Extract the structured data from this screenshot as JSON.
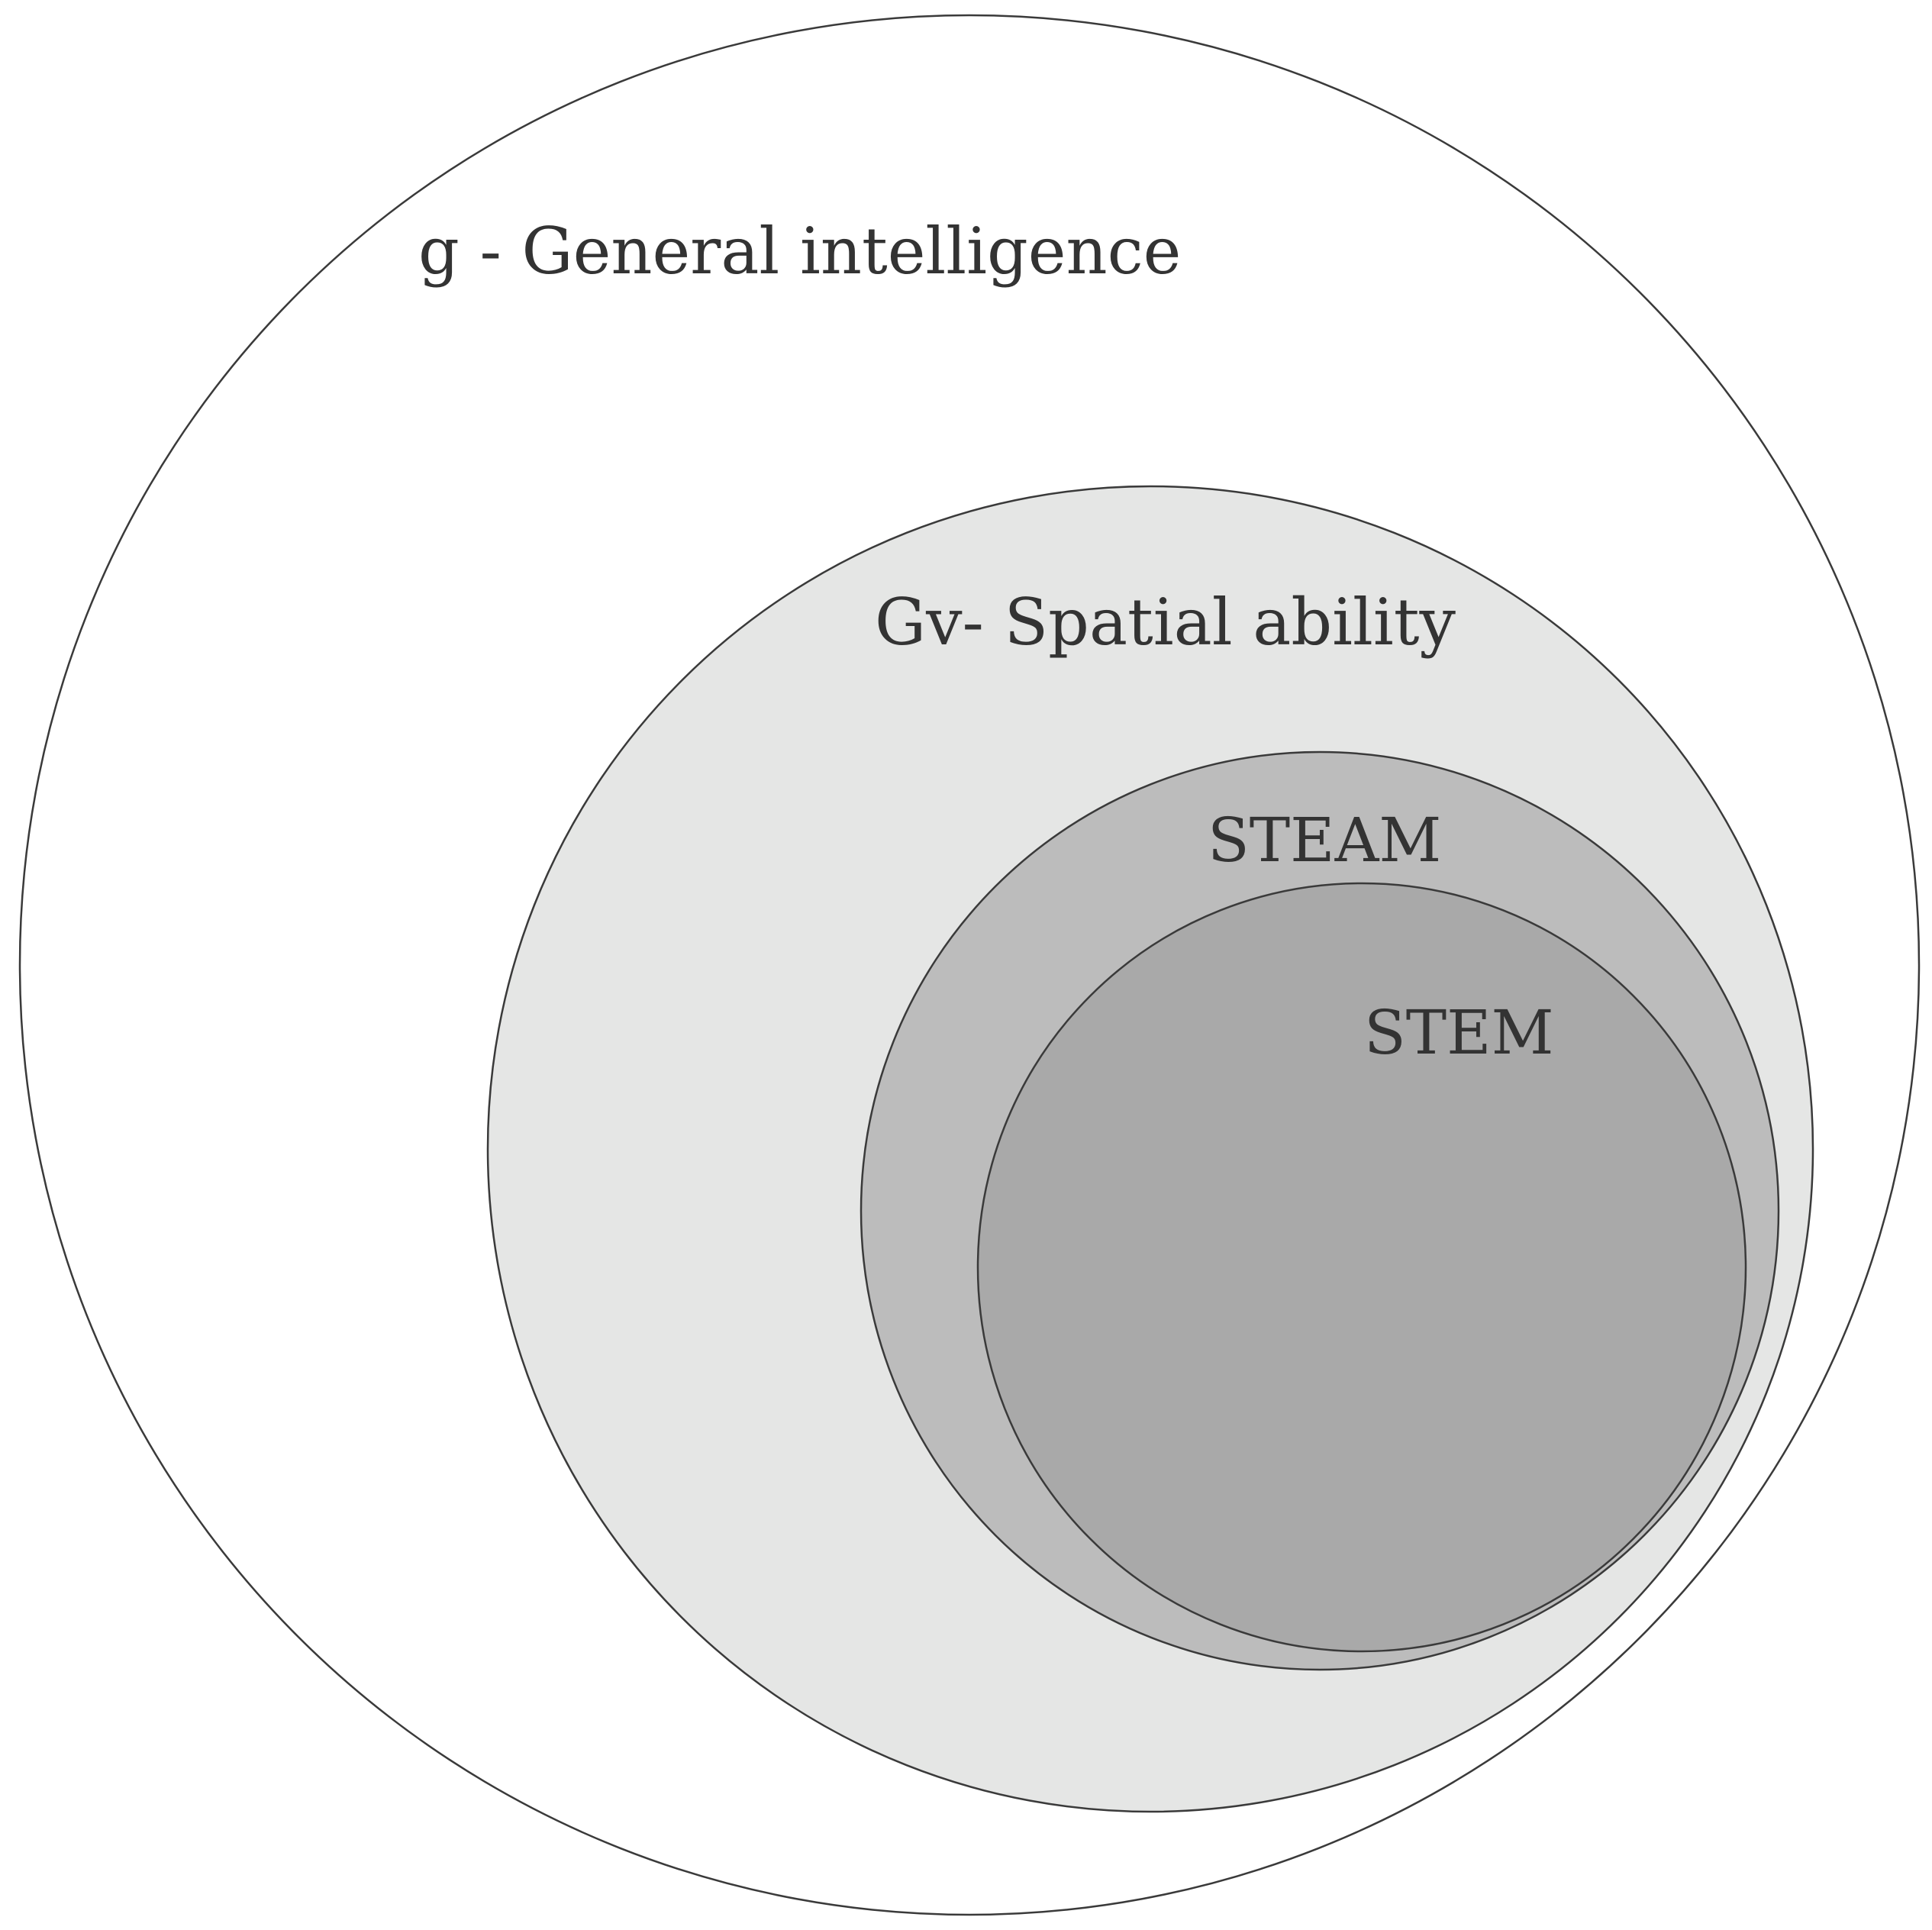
{
  "diagram": {
    "sets": [
      {
        "id": "g",
        "label": "g - General intelligence",
        "fill": "#ffffff"
      },
      {
        "id": "gv",
        "label": "Gv- Spatial ability",
        "fill": "#e5e6e5"
      },
      {
        "id": "steam",
        "label": "STEAM",
        "fill": "#bcbcbc"
      },
      {
        "id": "stem",
        "label": "STEM",
        "fill": "#a9a9a9"
      }
    ],
    "nesting": "STEM ⊂ STEAM ⊂ Gv- Spatial ability ⊂ g - General intelligence",
    "outline_color": "#3a3a3a",
    "text_color": "#333333"
  }
}
